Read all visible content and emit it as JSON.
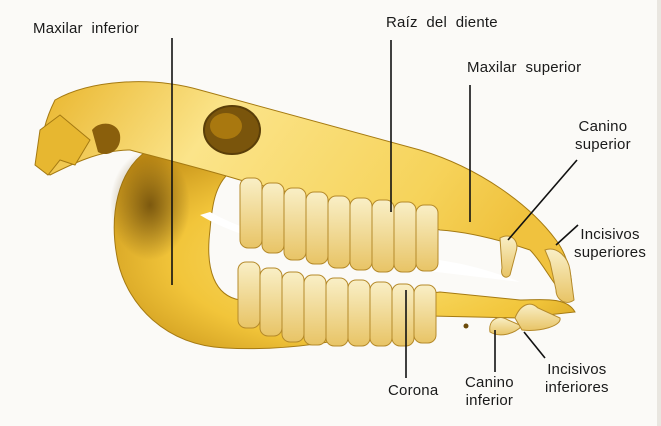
{
  "labels": {
    "maxilar_inferior": "Maxilar  inferior",
    "raiz_del_diente": "Raíz  del  diente",
    "maxilar_superior": "Maxilar  superior",
    "canino_superior": "Canino\nsuperior",
    "incisivos_superiores": "Incisivos\nsuperiores",
    "corona": "Corona",
    "canino_inferior": "Canino\ninferior",
    "incisivos_inferiores": "Incisivos\ninferiores"
  },
  "colors": {
    "bone_light": "#fbe67e",
    "bone_mid": "#f2c839",
    "bone_dark": "#b38210",
    "shadow": "#5a3e08",
    "leader": "#111111"
  }
}
